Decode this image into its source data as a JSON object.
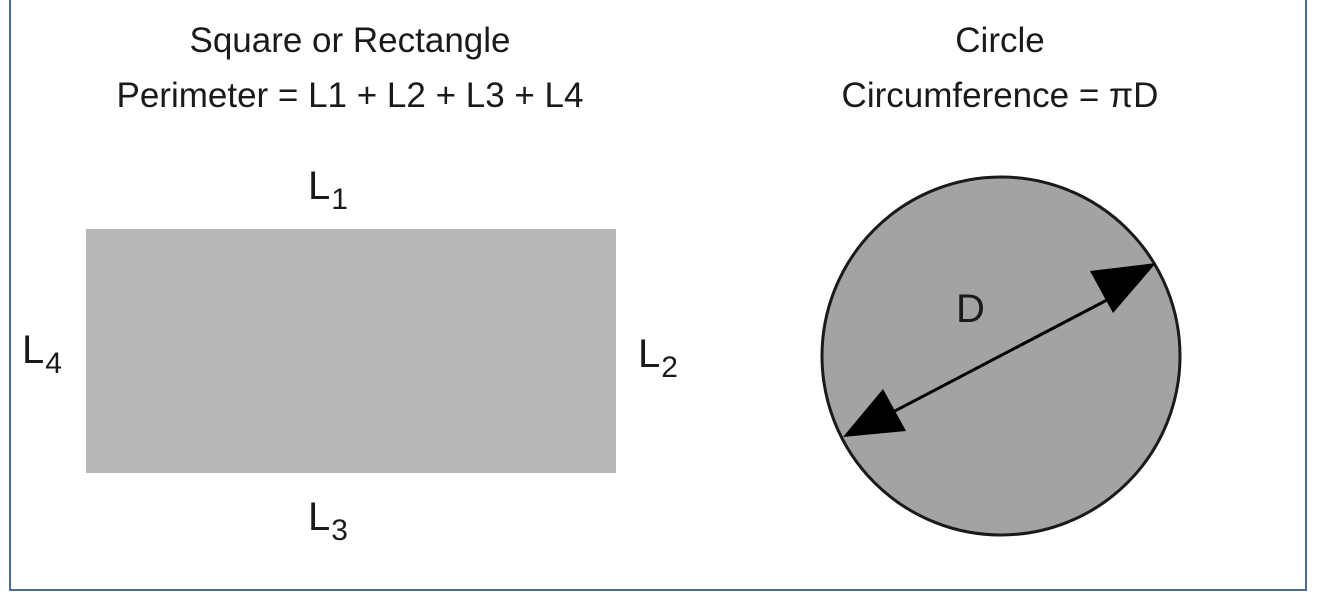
{
  "rectangle": {
    "title": "Square or Rectangle",
    "formula": "Perimeter = L1 + L2 + L3 + L4",
    "fill_color": "#b7b7b7",
    "sides": {
      "top": {
        "base": "L",
        "sub": "1"
      },
      "right": {
        "base": "L",
        "sub": "2"
      },
      "bottom": {
        "base": "L",
        "sub": "3"
      },
      "left": {
        "base": "L",
        "sub": "4"
      }
    }
  },
  "circle": {
    "title": "Circle",
    "formula": "Circumference = πD",
    "diameter_label": "D",
    "fill_color": "#a3a3a3",
    "stroke_color": "#1a1a1a"
  },
  "frame_color": "#4a6a8e"
}
